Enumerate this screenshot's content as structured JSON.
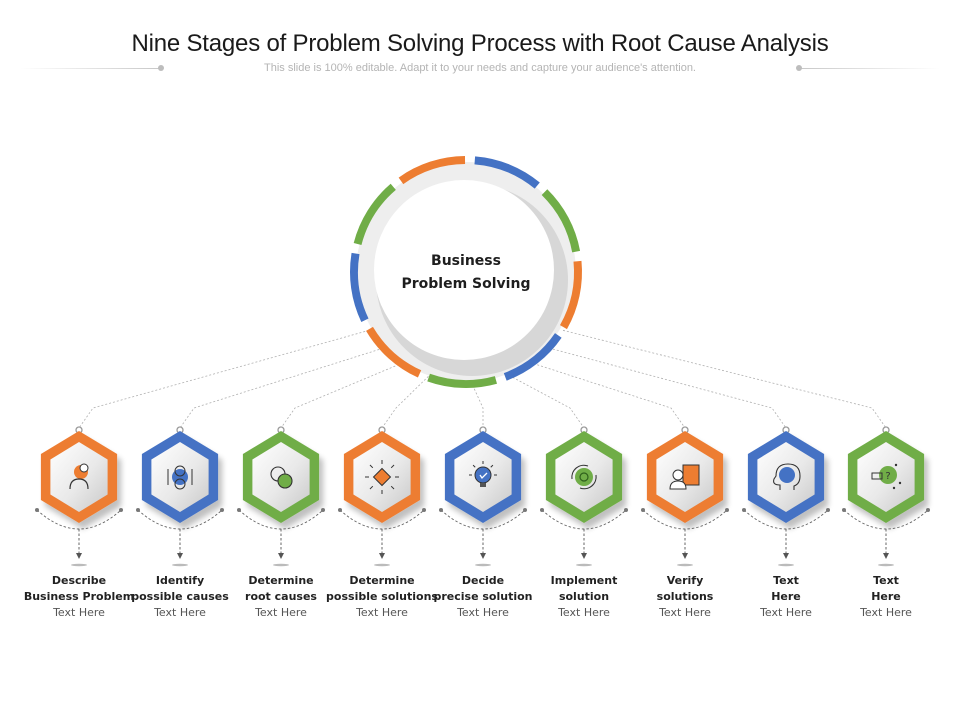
{
  "header": {
    "title": "Nine Stages of Problem Solving Process with Root Cause Analysis",
    "subtitle": "This slide is 100% editable. Adapt it to your needs and capture your audience's attention."
  },
  "hub": {
    "line1": "Business",
    "line2": "Problem Solving",
    "ring_segments": [
      "blue",
      "green",
      "orange",
      "blue",
      "green",
      "orange",
      "blue",
      "green",
      "orange"
    ]
  },
  "colors": {
    "orange": "#ED7D31",
    "blue": "#4472C4",
    "green": "#70AD47"
  },
  "stages": [
    {
      "title1": "Describe",
      "title2": "Business Problem",
      "text": "Text Here",
      "color": "orange",
      "icon": "person-problem-icon"
    },
    {
      "title1": "Identify",
      "title2": "possible causes",
      "text": "Text Here",
      "color": "blue",
      "icon": "target-question-icon"
    },
    {
      "title1": "Determine",
      "title2": "root causes",
      "text": "Text Here",
      "color": "green",
      "icon": "chat-bubbles-icon"
    },
    {
      "title1": "Determine",
      "title2": "possible solutions",
      "text": "Text Here",
      "color": "orange",
      "icon": "puzzle-piece-icon"
    },
    {
      "title1": "Decide",
      "title2": "precise solution",
      "text": "Text Here",
      "color": "blue",
      "icon": "lightbulb-check-icon"
    },
    {
      "title1": "Implement",
      "title2": "solution",
      "text": "Text Here",
      "color": "green",
      "icon": "gear-cycle-icon"
    },
    {
      "title1": "Verify",
      "title2": "solutions",
      "text": "Text Here",
      "color": "orange",
      "icon": "person-document-icon"
    },
    {
      "title1": "Text",
      "title2": "Here",
      "text": "Text Here",
      "color": "blue",
      "icon": "head-gears-icon"
    },
    {
      "title1": "Text",
      "title2": "Here",
      "text": "Text Here",
      "color": "green",
      "icon": "brain-question-icon"
    }
  ]
}
